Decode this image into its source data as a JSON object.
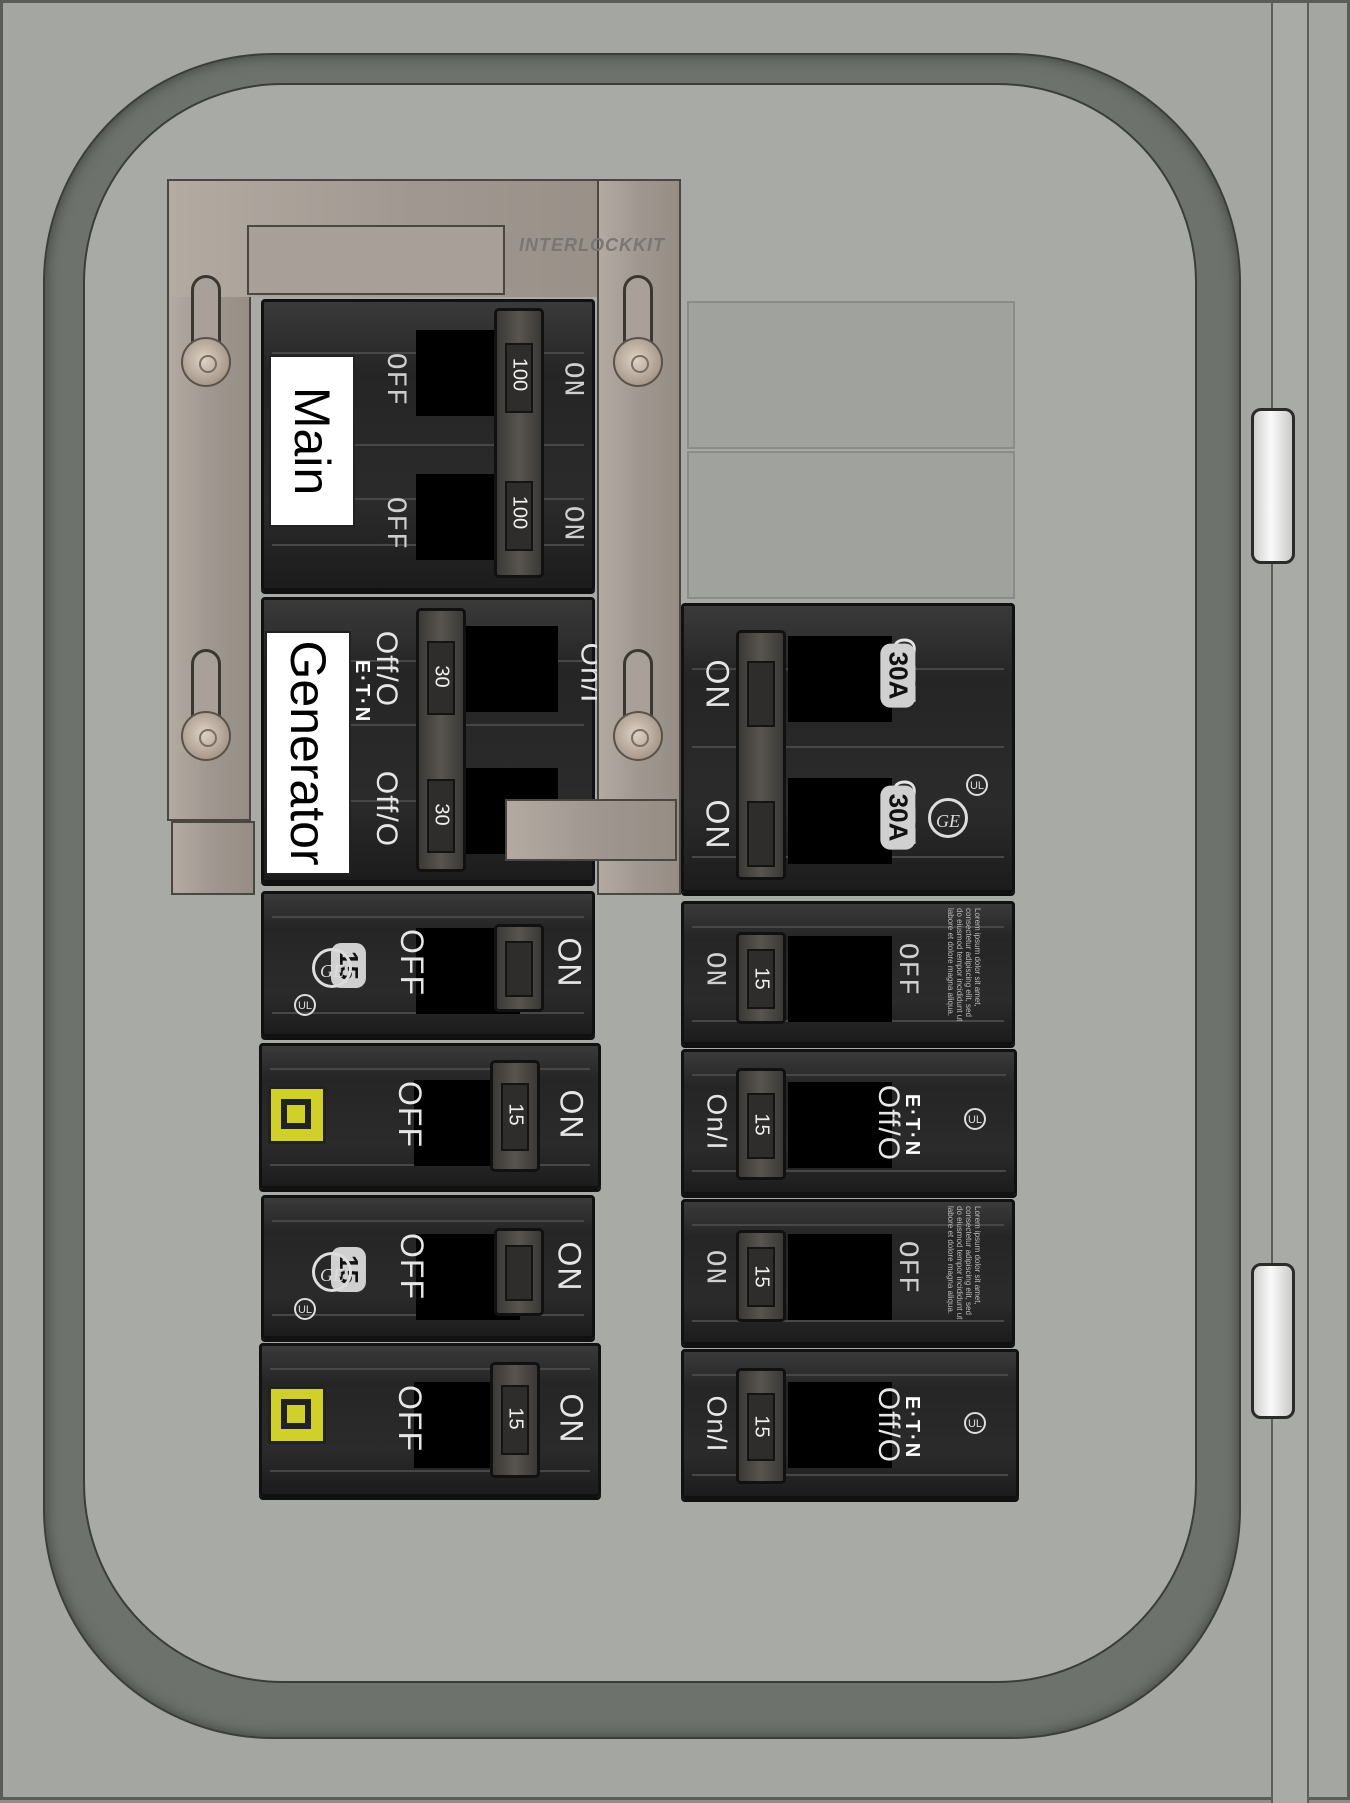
{
  "interlock_brand": "INTERLOCKKIT",
  "labels": {
    "main": "Main",
    "generator": "Generator"
  },
  "text": {
    "on": "ON",
    "off": "OFF",
    "eaton_on": "On/I",
    "eaton_off": "Off/O",
    "amp_15a": "15",
    "amp_unit": "A",
    "amp_30a": "30A",
    "eaton_logo": "E·T·N",
    "ul": "UL",
    "ge": "GE",
    "main_amp": "100",
    "gen_amp": "30",
    "small_amp": "15",
    "lorem": "Lorem ipsum dolor sit amet, consectetur adipiscing elit, sed do eiusmod tempor incididunt ut labore et dolore magna aliqua."
  },
  "colors": {
    "breaker": "#2b2b2b",
    "panel": "#a4a6a2",
    "interlock": "#a09890",
    "square_d": "#d1cf2a"
  }
}
